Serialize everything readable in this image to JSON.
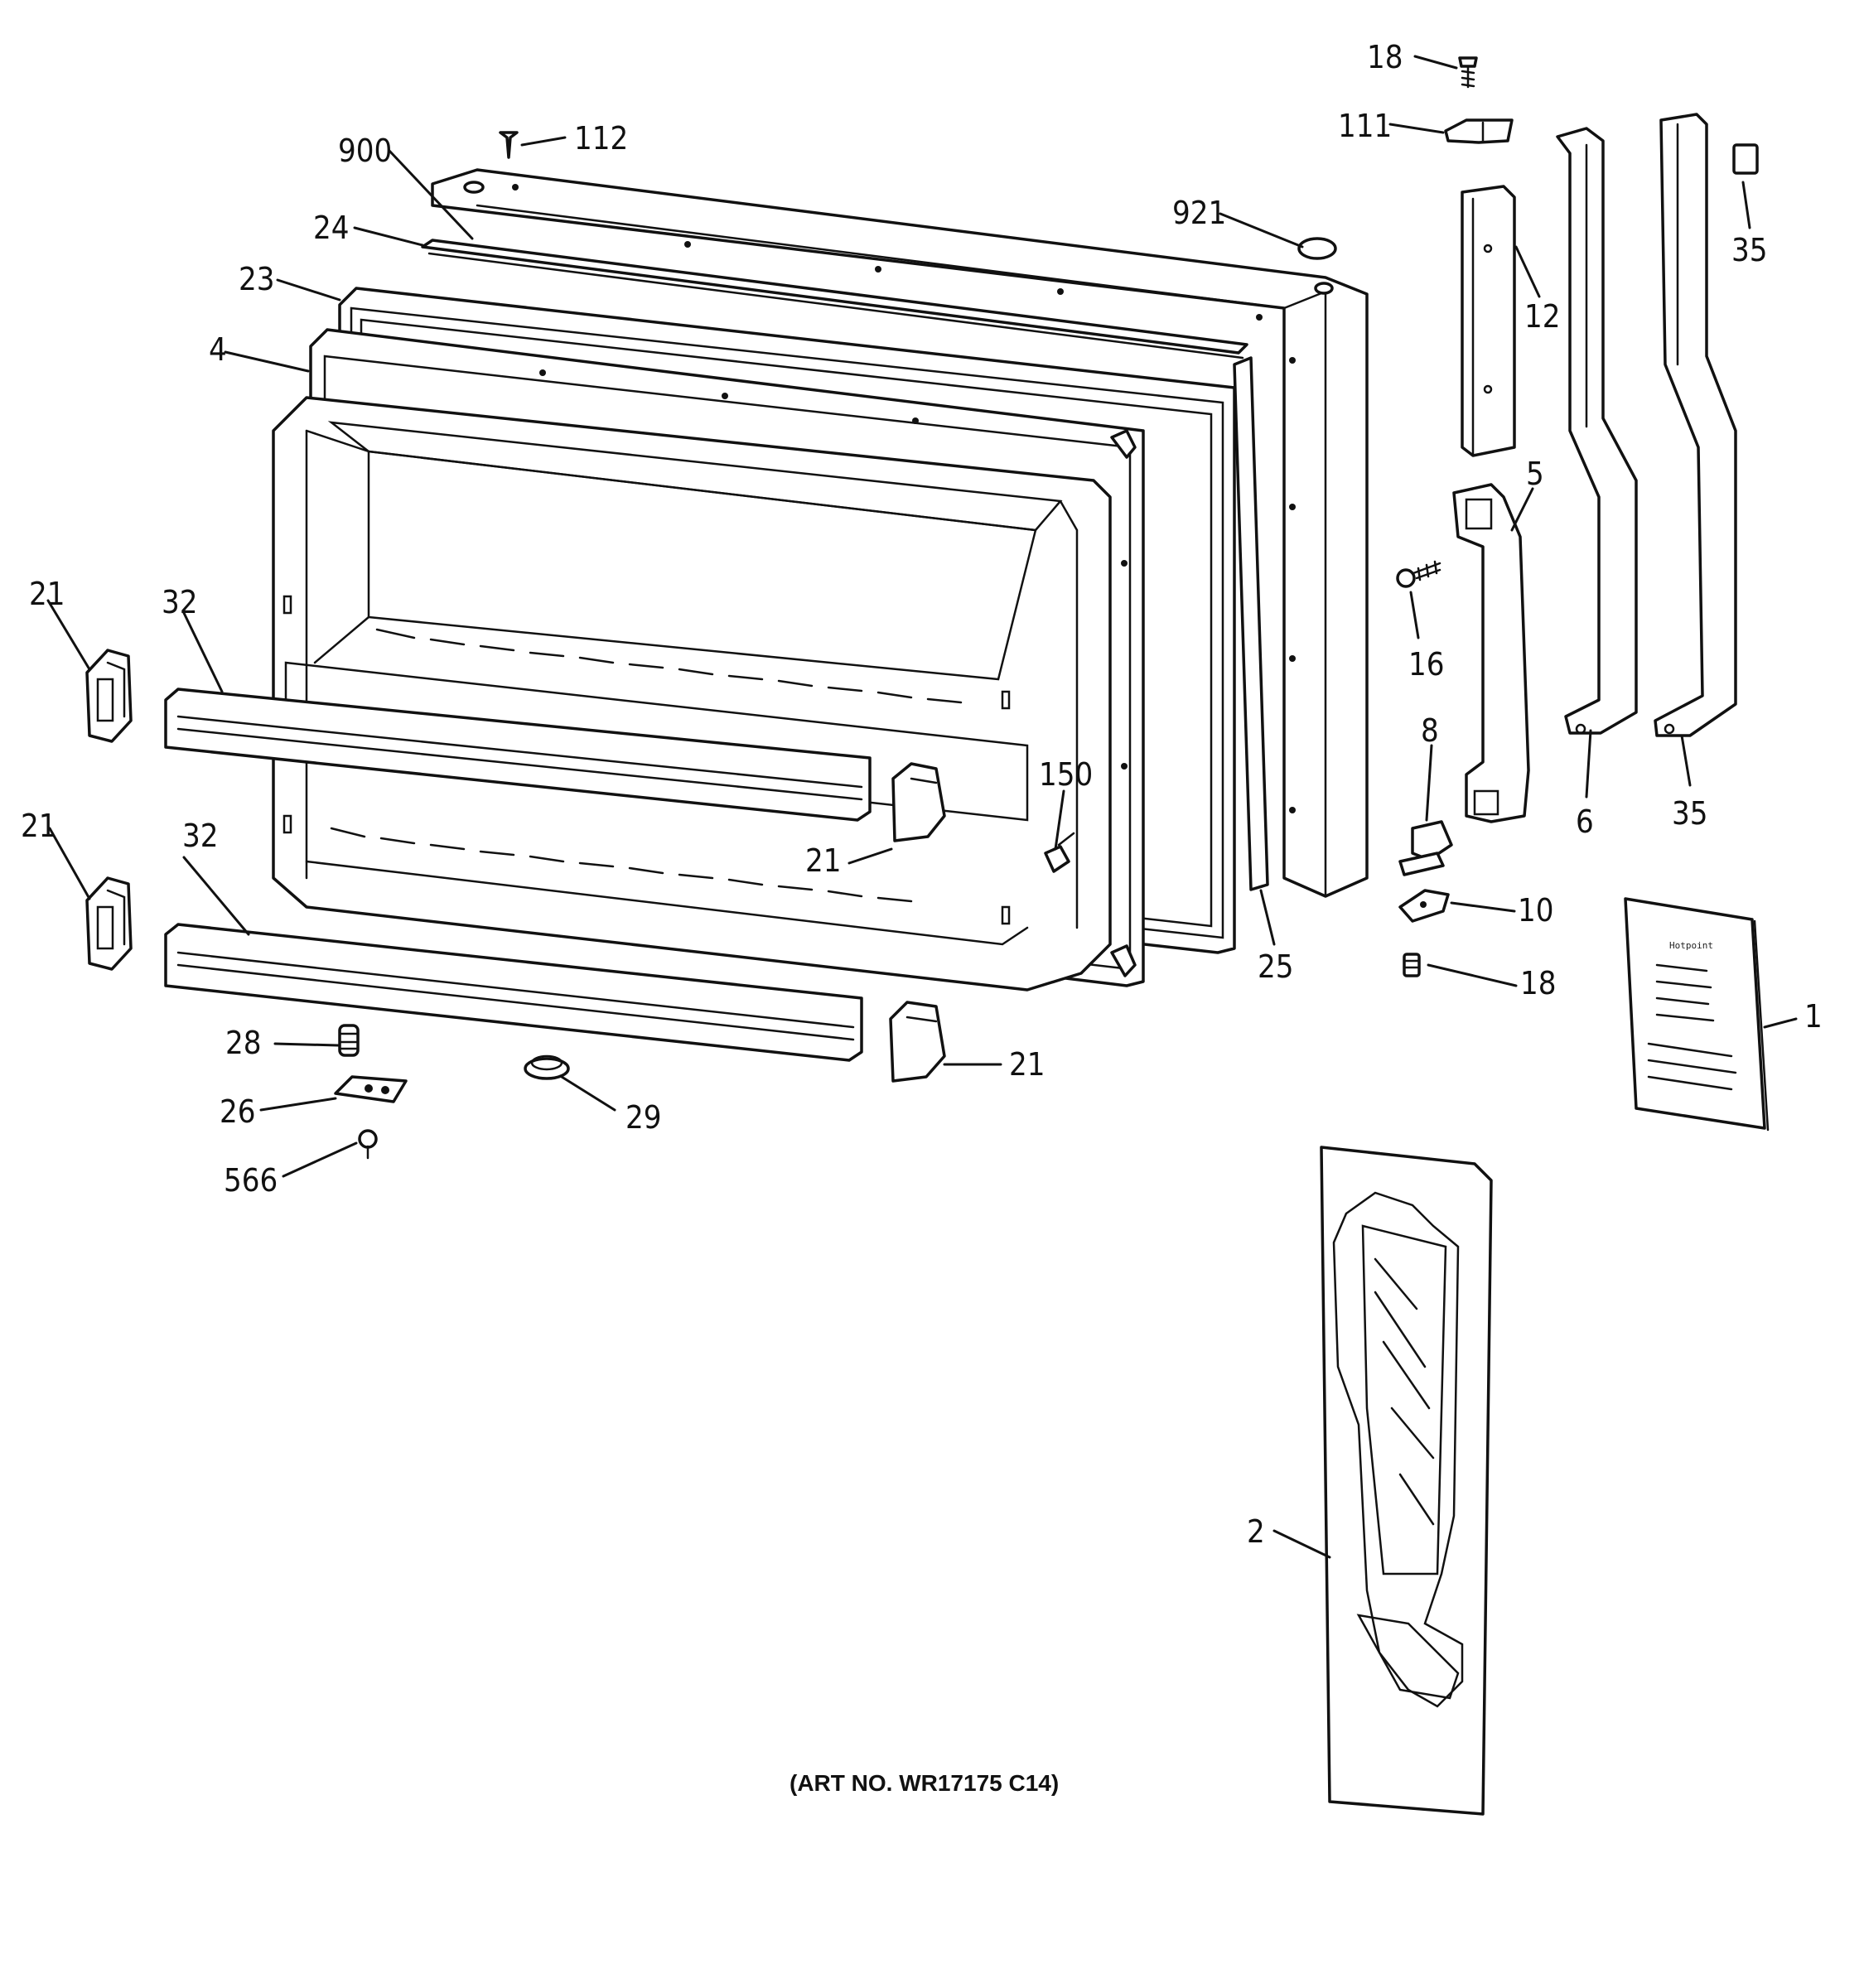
{
  "diagram": {
    "callouts": {
      "c18_top": "18",
      "c111": "111",
      "c112": "112",
      "c900": "900",
      "c921": "921",
      "c24": "24",
      "c23": "23",
      "c12": "12",
      "c35_top": "35",
      "c4": "4",
      "c5": "5",
      "c16": "16",
      "c21_a": "21",
      "c32_a": "32",
      "c8": "8",
      "c150": "150",
      "c6": "6",
      "c35_bottom": "35",
      "c21_b": "21",
      "c21_c": "21",
      "c32_b": "32",
      "c10": "10",
      "c25": "25",
      "c18_bottom": "18",
      "c1": "1",
      "c28": "28",
      "c21_d": "21",
      "c26": "26",
      "c29": "29",
      "c566": "566",
      "c2": "2"
    },
    "art_number": "(ART NO. WR17175 C14)",
    "booklet_title": "Hotpoint"
  }
}
